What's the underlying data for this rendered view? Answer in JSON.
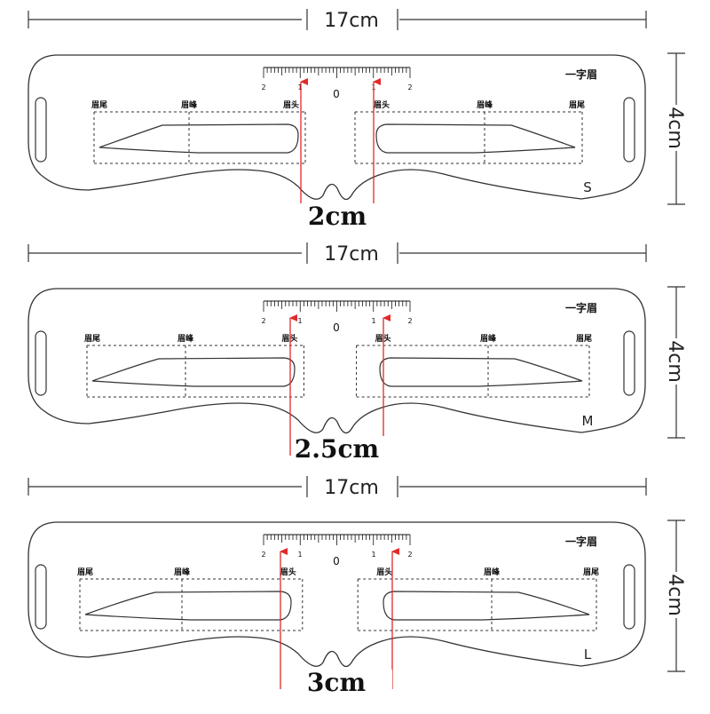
{
  "colors": {
    "outline": "#333333",
    "arrow": "#e02a2a",
    "text": "#111111"
  },
  "templates": [
    {
      "size": "S",
      "width_label": "17cm",
      "height_label": "4cm",
      "gap_label": "2cm",
      "brand": "一字眉",
      "zone_tail": "眉尾",
      "zone_peak": "眉峰",
      "zone_head": "眉头",
      "ruler": {
        "left": "2",
        "left_mid": "1",
        "center": "0",
        "right_mid": "1",
        "right": "2"
      }
    },
    {
      "size": "M",
      "width_label": "17cm",
      "height_label": "4cm",
      "gap_label": "2.5cm",
      "brand": "一字眉",
      "zone_tail": "眉尾",
      "zone_peak": "眉峰",
      "zone_head": "眉头",
      "ruler": {
        "left": "2",
        "left_mid": "1",
        "center": "0",
        "right_mid": "1",
        "right": "2"
      }
    },
    {
      "size": "L",
      "width_label": "17cm",
      "height_label": "4cm",
      "gap_label": "3cm",
      "brand": "一字眉",
      "zone_tail": "眉尾",
      "zone_peak": "眉峰",
      "zone_head": "眉头",
      "ruler": {
        "left": "2",
        "left_mid": "1",
        "center": "0",
        "right_mid": "1",
        "right": "2"
      }
    }
  ]
}
